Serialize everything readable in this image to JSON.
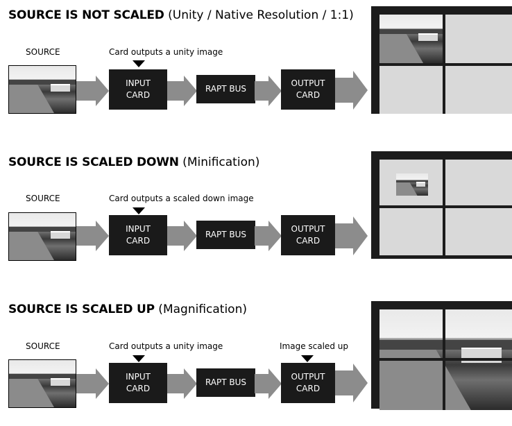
{
  "sections": [
    {
      "title_bold": "SOURCE IS NOT SCALED",
      "title_rest": " (Unity / Native Resolution / 1:1)",
      "source_label": "SOURCE",
      "input_note": "Card outputs a unity image",
      "output_note": "",
      "input_card": [
        "INPUT",
        "CARD"
      ],
      "bus": "RAPT BUS",
      "output_card": [
        "OUTPUT",
        "CARD"
      ]
    },
    {
      "title_bold": "SOURCE IS SCALED DOWN",
      "title_rest": " (Minification)",
      "source_label": "SOURCE",
      "input_note": "Card outputs a scaled down image",
      "output_note": "",
      "input_card": [
        "INPUT",
        "CARD"
      ],
      "bus": "RAPT BUS",
      "output_card": [
        "OUTPUT",
        "CARD"
      ]
    },
    {
      "title_bold": "SOURCE IS SCALED UP",
      "title_rest": " (Magnification)",
      "source_label": "SOURCE",
      "input_note": "Card outputs a unity image",
      "output_note": "Image scaled up",
      "input_card": [
        "INPUT",
        "CARD"
      ],
      "bus": "RAPT BUS",
      "output_card": [
        "OUTPUT",
        "CARD"
      ]
    }
  ],
  "colors": {
    "card": "#1a1a1a",
    "arrow": "#8c8c8c",
    "monitor_frame": "#1c1c1c",
    "pane": "#d9d9d9"
  }
}
